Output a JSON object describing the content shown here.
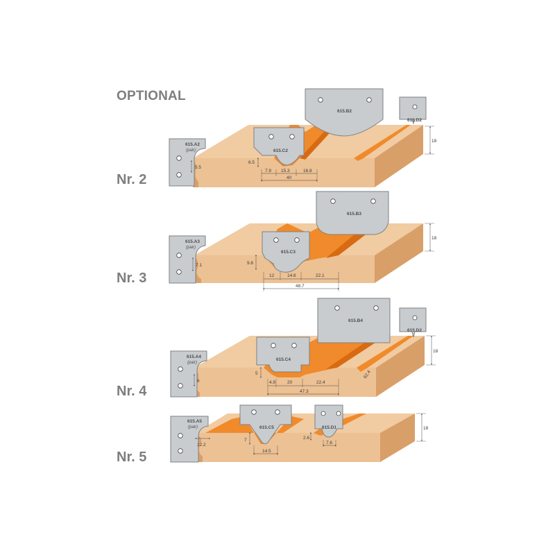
{
  "heading": "OPTIONAL",
  "sets": [
    {
      "label": "Nr. 2",
      "corner": "615.A2",
      "pair": "(pair)",
      "cutter": "615.C2",
      "big": "615.B2",
      "small": "615.D2",
      "dims": {
        "side": "5.5",
        "depth": "6.5",
        "d1": "7.9",
        "d2": "15.3",
        "d3": "16.8",
        "total": "40",
        "thick": "18"
      }
    },
    {
      "label": "Nr. 3",
      "corner": "615.A3",
      "pair": "(pair)",
      "cutter": "615.C3",
      "big": "615.B3",
      "dims": {
        "side": "7.1",
        "depth": "9.8",
        "d1": "12",
        "d2": "14.6",
        "d3": "22.1",
        "total": "48.7",
        "thick": "18"
      }
    },
    {
      "label": "Nr. 4",
      "corner": "615.A4",
      "pair": "(pair)",
      "cutter": "615.C4",
      "big": "615.B4",
      "small": "615.D2",
      "dims": {
        "side": "6",
        "depth": "5",
        "d1": "4.9",
        "d2": "20",
        "d3": "22.4",
        "total": "47.3",
        "angle": "62.4",
        "thick": "18"
      }
    },
    {
      "label": "Nr. 5",
      "corner": "615.A5",
      "pair": "(pair)",
      "cutter": "615.C5",
      "cutter2": "615.D1",
      "dims": {
        "side": "12.2",
        "depth": "7",
        "width": "14.5",
        "depth2": "2.6",
        "width2": "7.6",
        "thick": "18"
      }
    }
  ],
  "colors": {
    "wood_top": "#f1cba1",
    "wood_front": "#ecc194",
    "wood_side": "#d99f69",
    "groove": "#f08a2b",
    "groove_dark": "#d86a12",
    "knife": "#c9ccce",
    "knife_edge": "#7d8286",
    "text_gray": "#7c7e80"
  }
}
